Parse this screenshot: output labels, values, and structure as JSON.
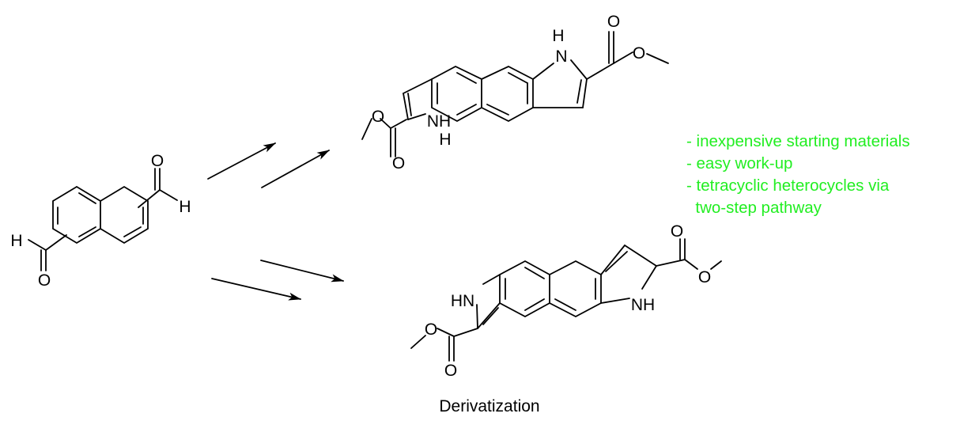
{
  "scheme": {
    "atoms": {
      "carbonyl_o": "O",
      "aldehyde_h": "H",
      "ester_o": "O",
      "pyrrole_nh_top": "NH",
      "pyrrole_nh_bottom": "NH",
      "pyrrole_hn": "HN",
      "pyrrole_n": "N",
      "pyrrole_h": "H"
    },
    "notes": [
      "- inexpensive starting materials",
      "- easy work-up",
      "- tetracyclic heterocycles via",
      "  two-step pathway"
    ],
    "caption": "Derivatization",
    "colors": {
      "notes": "#22ee22",
      "ink": "#000000"
    }
  }
}
